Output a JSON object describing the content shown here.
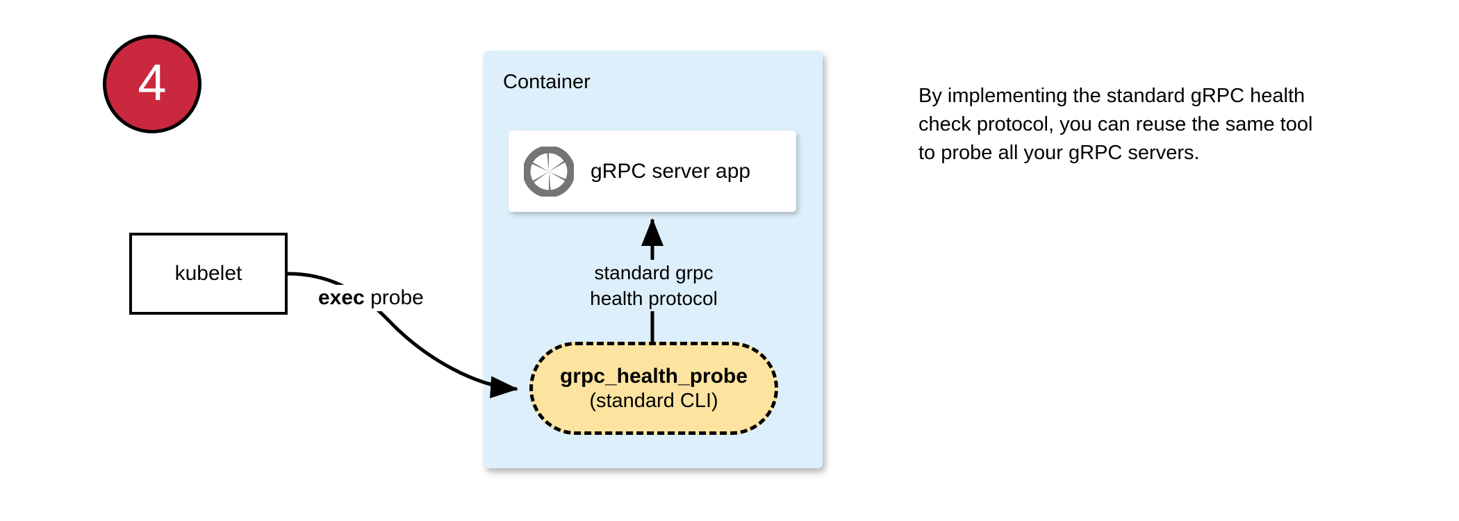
{
  "step": {
    "number": "4",
    "circle_color": "#c9283e",
    "text_color": "#ffffff"
  },
  "kubelet": {
    "label": "kubelet"
  },
  "container": {
    "title": "Container",
    "fill_color": "#ddeffa"
  },
  "grpc_server": {
    "label": "gRPC server app",
    "icon": "aperture-icon",
    "icon_color": "#757575"
  },
  "probe": {
    "title": "grpc_health_probe",
    "subtitle": "(standard CLI)",
    "fill_color": "#fce3a0",
    "border_style": "dashed"
  },
  "edges": {
    "exec_probe": {
      "label_strong": "exec",
      "label_rest": " probe",
      "from": "kubelet",
      "to": "grpc_health_probe"
    },
    "protocol": {
      "line1": "standard grpc",
      "line2": "health protocol",
      "from": "grpc_health_probe",
      "to": "grpc_server_app"
    }
  },
  "description": {
    "text": "By implementing the standard gRPC health check protocol, you can reuse the same tool to probe all your gRPC servers."
  }
}
